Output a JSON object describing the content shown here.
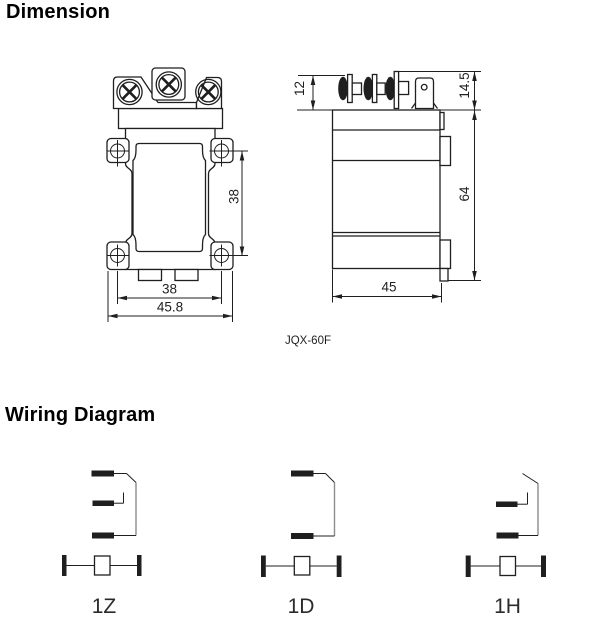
{
  "headings": {
    "dimension": "Dimension",
    "wiring": "Wiring Diagram"
  },
  "model_label": "JQX-60F",
  "dimensions": {
    "front": {
      "hole_spacing_vertical": "38",
      "hole_spacing_horizontal": "38",
      "overall_width": "45.8"
    },
    "side": {
      "terminal_height": "12",
      "tab_height": "14.5",
      "body_height": "64",
      "body_depth": "45"
    }
  },
  "wiring": {
    "diagrams": [
      {
        "label": "1Z"
      },
      {
        "label": "1D"
      },
      {
        "label": "1H"
      }
    ]
  },
  "colors": {
    "line": "#1f1f1f",
    "armature_gray": "#8c8c8c",
    "background": "#ffffff"
  }
}
